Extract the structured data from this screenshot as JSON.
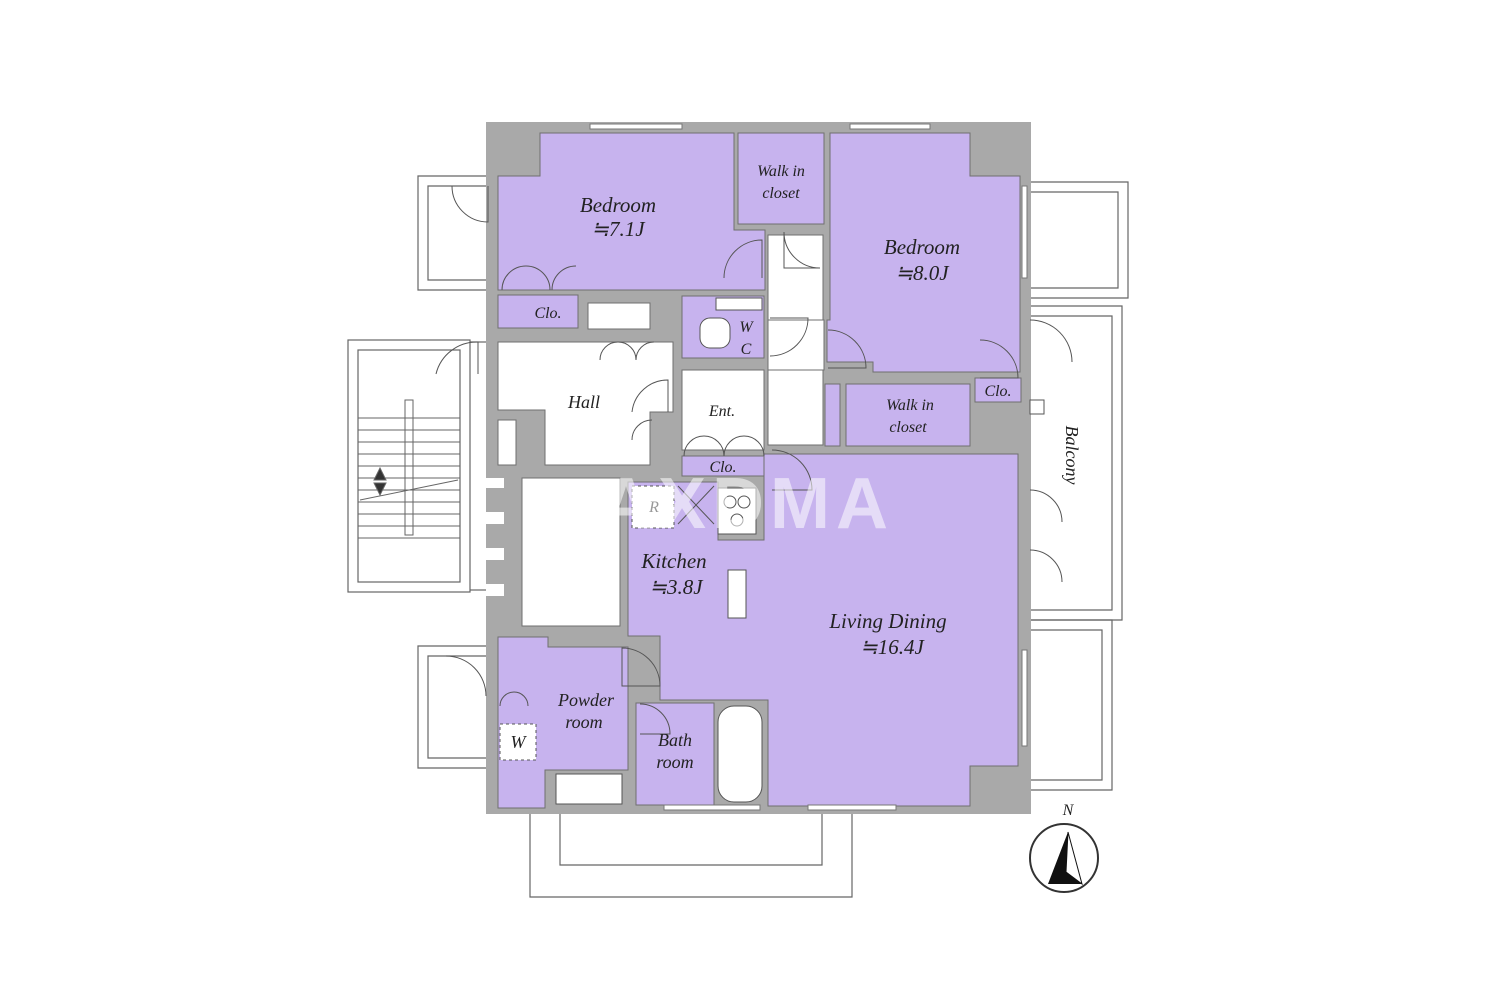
{
  "rooms": {
    "bedroom1": {
      "name": "Bedroom",
      "size": "≒7.1J"
    },
    "bedroom2": {
      "name": "Bedroom",
      "size": "≒8.0J"
    },
    "walkin1": {
      "line1": "Walk in",
      "line2": "closet"
    },
    "walkin2": {
      "line1": "Walk in",
      "line2": "closet"
    },
    "clo1": "Clo.",
    "clo2": "Clo.",
    "clo3": "Clo.",
    "wc": {
      "line1": "W",
      "line2": "C"
    },
    "hall": "Hall",
    "entrance": "Ent.",
    "kitchen": {
      "name": "Kitchen",
      "size": "≒3.8J"
    },
    "refrigerator": "R",
    "living": {
      "name": "Living Dining",
      "size": "≒16.4J"
    },
    "powder": {
      "line1": "Powder",
      "line2": "room"
    },
    "washer": "W",
    "bath": {
      "line1": "Bath",
      "line2": "room"
    },
    "balcony": "Balcony"
  },
  "compass": {
    "label": "N"
  },
  "watermark": "AXDMA",
  "colors": {
    "room_fill": "#c7b3ee",
    "wall": "#a7a7a7",
    "line": "#555555",
    "background": "#ffffff"
  }
}
